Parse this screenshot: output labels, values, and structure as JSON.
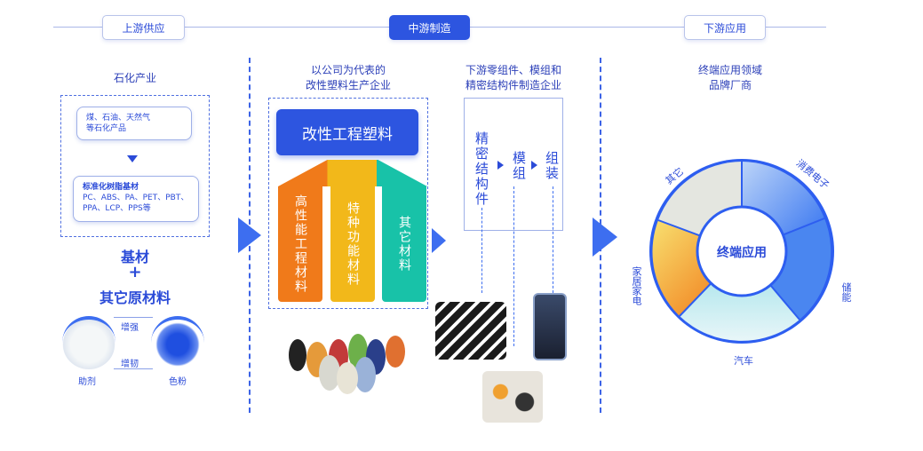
{
  "stages": {
    "upstream": "上游供应",
    "midstream": "中游制造",
    "downstream": "下游应用"
  },
  "upstream": {
    "title": "石化产业",
    "card1": [
      "煤、石油、天然气",
      "等石化产品"
    ],
    "card2": [
      "标准化树脂基材",
      "PC、ABS、PA、PET、PBT、",
      "PPA、LCP、PPS等"
    ],
    "base": "基材",
    "plus": "+",
    "other": "其它原材料",
    "enhance": "增强",
    "toughen": "增韧",
    "additive": "助剂",
    "pigment": "色粉"
  },
  "midstream": {
    "title": [
      "以公司为代表的",
      "改性塑料生产企业"
    ],
    "main": "改性工程塑料",
    "columns": [
      {
        "label": "高性能工程材料",
        "color": "#f07a1a"
      },
      {
        "label": "特种功能材料",
        "color": "#f2b81a"
      },
      {
        "label": "其它材料",
        "color": "#18c2a8"
      }
    ]
  },
  "components": {
    "title": [
      "下游零组件、模组和",
      "精密结构件制造企业"
    ],
    "steps": [
      "精密结构件",
      "模组",
      "组装"
    ]
  },
  "downstream": {
    "title": [
      "终端应用领域",
      "品牌厂商"
    ],
    "center": "终端应用",
    "segments": [
      "消费电子",
      "储能",
      "汽车",
      "家居家电",
      "其它"
    ]
  },
  "colors": {
    "accent": "#2d55e0"
  }
}
